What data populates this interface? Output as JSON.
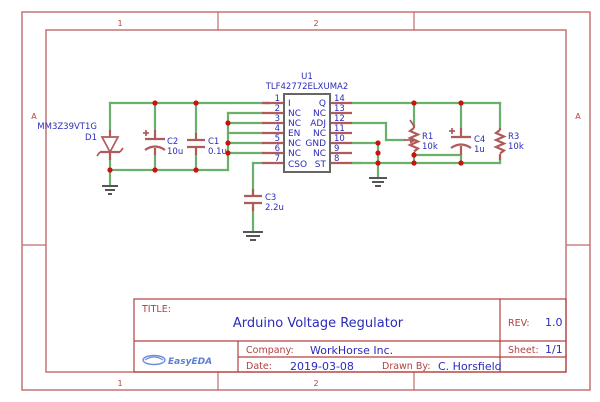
{
  "sheet": {
    "zones_top": [
      "1",
      "2"
    ],
    "zones_bottom": [
      "1",
      "2"
    ],
    "zones_left": [
      "A"
    ],
    "zones_right": [
      "A"
    ]
  },
  "ic": {
    "ref": "U1",
    "part": "TLF42772ELXUMA2",
    "left_pins": [
      {
        "num": "1",
        "name": "I"
      },
      {
        "num": "2",
        "name": "NC"
      },
      {
        "num": "3",
        "name": "NC"
      },
      {
        "num": "4",
        "name": "EN"
      },
      {
        "num": "5",
        "name": "NC"
      },
      {
        "num": "6",
        "name": "NC"
      },
      {
        "num": "7",
        "name": "CSO"
      }
    ],
    "right_pins": [
      {
        "num": "14",
        "name": "Q"
      },
      {
        "num": "13",
        "name": "NC"
      },
      {
        "num": "12",
        "name": "ADJ"
      },
      {
        "num": "11",
        "name": "NC"
      },
      {
        "num": "10",
        "name": "GND"
      },
      {
        "num": "9",
        "name": "NC"
      },
      {
        "num": "8",
        "name": "ST"
      }
    ]
  },
  "components": {
    "d1": {
      "ref": "D1",
      "part": "MM3Z39VT1G",
      "type": "zener-diode"
    },
    "c2": {
      "ref": "C2",
      "value": "10u",
      "type": "polarized-capacitor"
    },
    "c1": {
      "ref": "C1",
      "value": "0.1u",
      "type": "capacitor"
    },
    "c3": {
      "ref": "C3",
      "value": "2.2u",
      "type": "capacitor"
    },
    "c4": {
      "ref": "C4",
      "value": "1u",
      "type": "polarized-capacitor"
    },
    "r1": {
      "ref": "R1",
      "value": "10k",
      "type": "potentiometer"
    },
    "r3": {
      "ref": "R3",
      "value": "10k",
      "type": "resistor"
    }
  },
  "title_block": {
    "title_key": "TITLE:",
    "title_value": "Arduino Voltage Regulator",
    "rev_key": "REV:",
    "rev_value": "1.0",
    "company_key": "Company:",
    "company_value": "WorkHorse Inc.",
    "sheet_key": "Sheet:",
    "sheet_value": "1/1",
    "date_key": "Date:",
    "date_value": "2019-03-08",
    "drawn_key": "Drawn By:",
    "drawn_value": "C. Horsfield",
    "logo_text": "EasyEDA"
  },
  "colors": {
    "wire": "#6ab06a",
    "component": "#b05a5a",
    "label": "#2b2bbb",
    "frame": "#b34040",
    "junction": "#cc1111"
  }
}
